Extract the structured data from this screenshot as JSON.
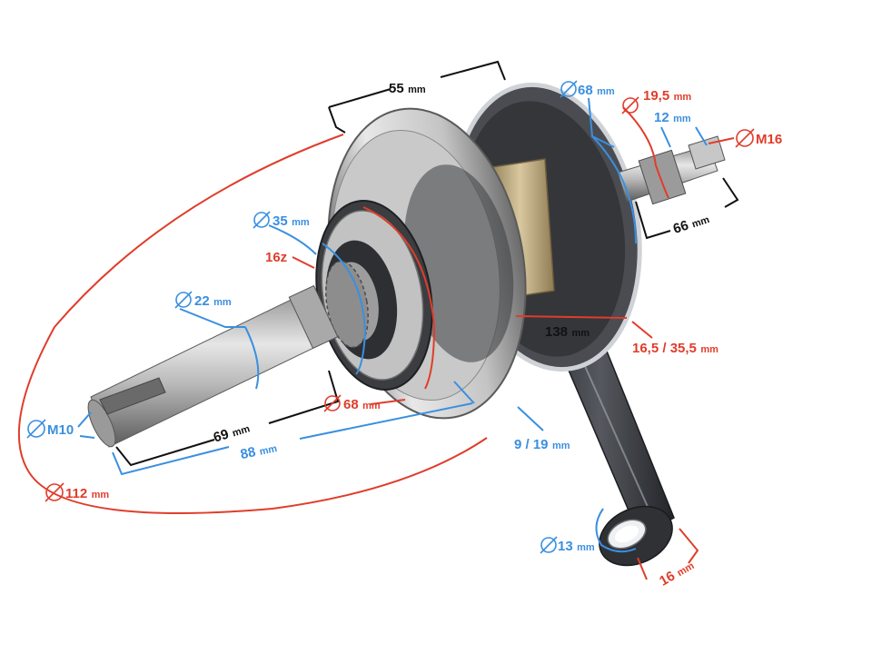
{
  "colors": {
    "blue": "#3a8fe0",
    "red": "#e03d2b",
    "black": "#111111",
    "metal_light": "#d6d6d6",
    "metal_dark": "#6e6e6e",
    "cast_iron": "#3d3f43",
    "bronze": "#b8a27a"
  },
  "icons": {
    "diameter": "diameter-symbol-icon"
  },
  "dimensions": [
    {
      "id": "width-55",
      "value": "55",
      "unit": "mm",
      "prefix": "",
      "color": "black"
    },
    {
      "id": "dia-68-top",
      "value": "68",
      "unit": "mm",
      "prefix": "diameter",
      "color": "blue"
    },
    {
      "id": "dia-19-5",
      "value": "19,5",
      "unit": "mm",
      "prefix": "diameter",
      "color": "red"
    },
    {
      "id": "len-12",
      "value": "12",
      "unit": "mm",
      "prefix": "",
      "color": "blue"
    },
    {
      "id": "thread-m16",
      "value": "M16",
      "unit": "",
      "prefix": "diameter",
      "color": "red"
    },
    {
      "id": "len-66",
      "value": "66",
      "unit": "mm",
      "prefix": "",
      "color": "black"
    },
    {
      "id": "dia-35",
      "value": "35",
      "unit": "mm",
      "prefix": "diameter",
      "color": "blue"
    },
    {
      "id": "teeth-16z",
      "value": "16z",
      "unit": "",
      "prefix": "",
      "color": "red"
    },
    {
      "id": "dia-22",
      "value": "22",
      "unit": "mm",
      "prefix": "diameter",
      "color": "blue"
    },
    {
      "id": "len-138",
      "value": "138",
      "unit": "mm",
      "prefix": "",
      "color": "black"
    },
    {
      "id": "len-16-5",
      "value": "16,5 / 35,5",
      "unit": "mm",
      "prefix": "",
      "color": "red"
    },
    {
      "id": "dia-68-bottom",
      "value": "68",
      "unit": "mm",
      "prefix": "diameter",
      "color": "red"
    },
    {
      "id": "thread-m10",
      "value": "M10",
      "unit": "",
      "prefix": "diameter",
      "color": "blue"
    },
    {
      "id": "len-69",
      "value": "69",
      "unit": "mm",
      "prefix": "",
      "color": "black"
    },
    {
      "id": "len-88",
      "value": "88",
      "unit": "mm",
      "prefix": "",
      "color": "blue"
    },
    {
      "id": "len-9-19",
      "value": "9 / 19",
      "unit": "mm",
      "prefix": "",
      "color": "blue"
    },
    {
      "id": "dia-112",
      "value": "112",
      "unit": "mm",
      "prefix": "diameter",
      "color": "red"
    },
    {
      "id": "dia-13",
      "value": "13",
      "unit": "mm",
      "prefix": "diameter",
      "color": "blue"
    },
    {
      "id": "len-16",
      "value": "16",
      "unit": "mm",
      "prefix": "",
      "color": "red"
    }
  ]
}
